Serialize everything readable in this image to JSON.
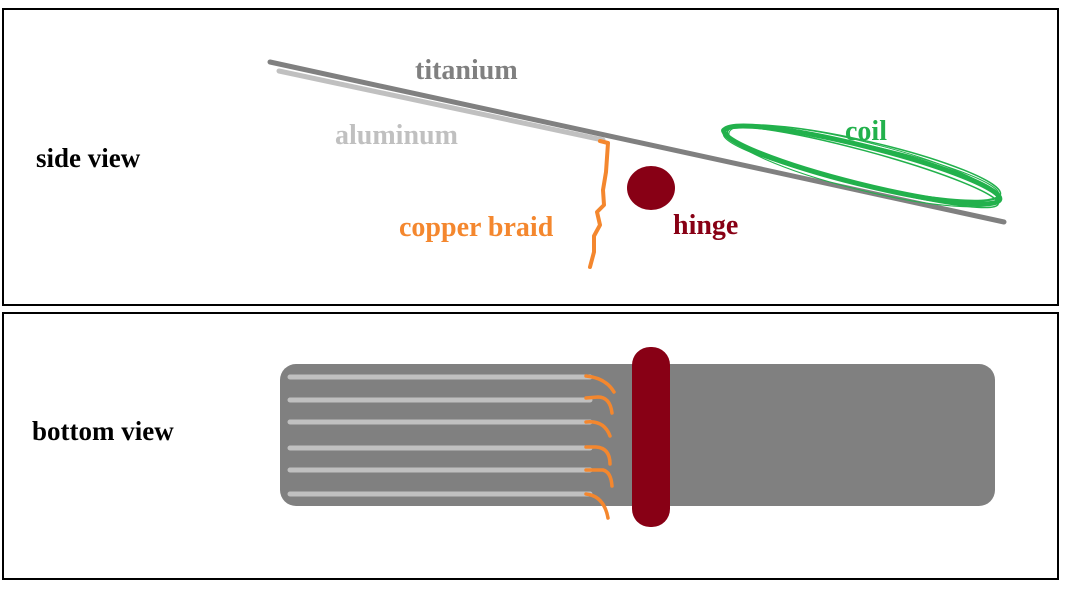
{
  "side_view": {
    "title": "side view",
    "labels": {
      "titanium": "titanium",
      "aluminum": "aluminum",
      "coil": "coil",
      "copper_braid": "copper braid",
      "hinge": "hinge"
    }
  },
  "bottom_view": {
    "title": "bottom view",
    "aluminum_strip_count": 6,
    "braid_count": 6
  },
  "colors": {
    "titanium": "#808080",
    "aluminum": "#c0c0c0",
    "coil": "#22b14c",
    "copper": "#f4872e",
    "hinge": "#880015",
    "border": "#000000"
  }
}
